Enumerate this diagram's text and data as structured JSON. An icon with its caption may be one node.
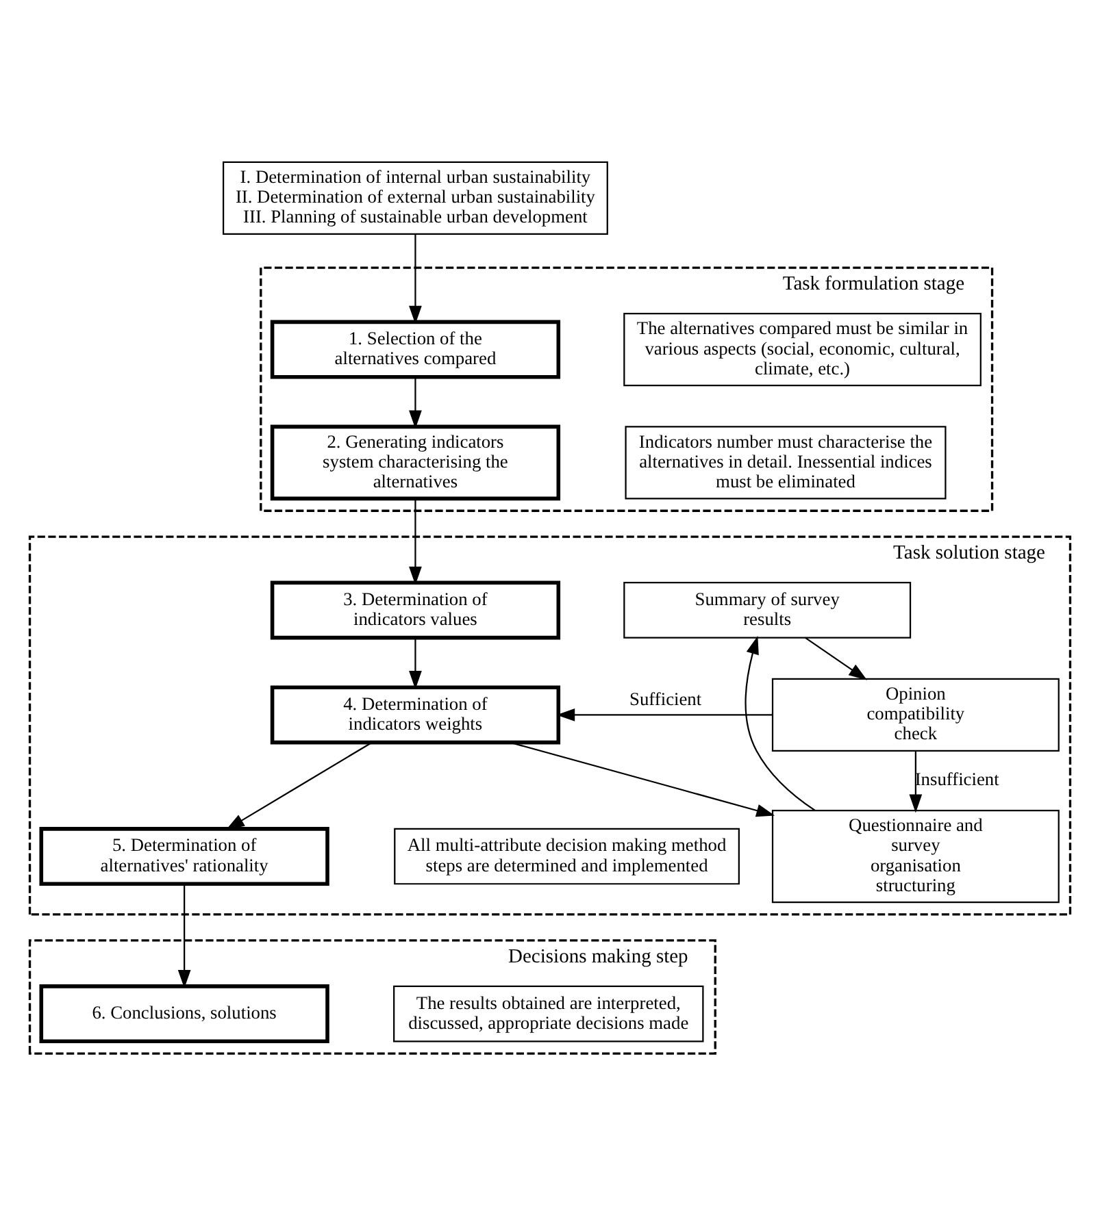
{
  "diagram": {
    "nodes": [
      {
        "text": [
          "I. Determination of internal urban sustainability",
          "II. Determination of external urban sustainability",
          "III. Planning of sustainable urban development"
        ]
      },
      {
        "text": [
          "Task formulation stage"
        ]
      },
      {
        "text": [
          "1. Selection of the alternatives compared"
        ],
        "in": 1
      },
      {
        "text": [
          "The alternatives compared must be similar in various aspects (social, economic, cultural, climate, etc.)"
        ],
        "in": 1
      },
      {
        "text": [
          "2. Generating indicators system characterising the alternatives"
        ],
        "in": 1
      },
      {
        "text": [
          "Indicators number must characterise the alternatives in detail. Inessential indices must be eliminated"
        ],
        "in": 1
      },
      {
        "text": [
          "Task solution stage"
        ]
      },
      {
        "text": [
          "3. Determination of indicators values"
        ],
        "in": 6
      },
      {
        "text": [
          "Questionnaire and survey organisation structuring"
        ],
        "in": 6
      },
      {
        "text": [
          "Summary of survey results"
        ],
        "in": 6
      },
      {
        "text": [
          "4. Determination of indicators weights"
        ],
        "in": 6
      },
      {
        "text": [
          "Opinion compatibility check"
        ],
        "in": 6
      },
      {
        "text": [
          "5. Determination of alternatives' rationality"
        ],
        "in": 6
      },
      {
        "text": [
          "All multi-attribute decision making method steps are determined and implemented"
        ],
        "in": 6
      },
      {
        "text": [
          "Decisions making step"
        ]
      },
      {
        "text": [
          "6. Conclusions, solutions"
        ],
        "in": 14
      },
      {
        "text": [
          "The results obtained are interpreted, discussed, appropriate decisions made"
        ],
        "in": 14
      }
    ],
    "edges": [
      {
        "from": 0,
        "to": 2,
        "arrow": "to"
      },
      {
        "from": 2,
        "to": 4,
        "arrow": "to"
      },
      {
        "from": 4,
        "to": 7,
        "arrow": "to"
      },
      {
        "from": 7,
        "to": 10,
        "arrow": "to"
      },
      {
        "from": 10,
        "to": 12,
        "arrow": "to"
      },
      {
        "from": 12,
        "to": 15,
        "arrow": "to"
      },
      {
        "from": 10,
        "to": 8,
        "arrow": "to"
      },
      {
        "from": 8,
        "to": 9,
        "arrow": "to"
      },
      {
        "from": 9,
        "to": 11,
        "arrow": "to"
      },
      {
        "from": 11,
        "to": 8,
        "label": "Insufficient",
        "arrow": "to"
      },
      {
        "from": 11,
        "to": 10,
        "label": "Sufficient",
        "arrow": "to"
      }
    ]
  }
}
